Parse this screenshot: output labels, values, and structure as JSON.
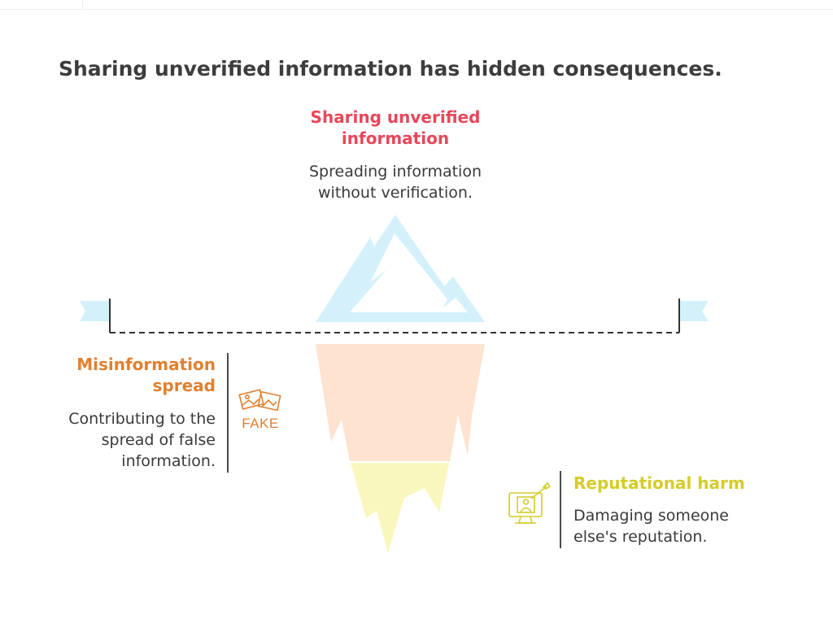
{
  "title": "Sharing unverified information has hidden consequences.",
  "top": {
    "heading": [
      "Sharing unverified",
      "information"
    ],
    "description": [
      "Spreading information",
      "without verification."
    ],
    "color": "#e8475a"
  },
  "left": {
    "heading": [
      "Misinformation",
      "spread"
    ],
    "description": [
      "Contributing to the",
      "spread of false",
      "information."
    ],
    "icon": "fake-news-icon",
    "icon_label": "FAKE",
    "color": "#e08030"
  },
  "right": {
    "heading": "Reputational harm",
    "description": [
      "Damaging someone",
      "else's reputation."
    ],
    "icon": "monitor-profile-icon",
    "color": "#d4cc2a"
  },
  "colors": {
    "ice": "#d4f1fb",
    "mid": "#fde3d0",
    "bottom": "#f9f7bd",
    "flag": "#d4f1fb"
  }
}
